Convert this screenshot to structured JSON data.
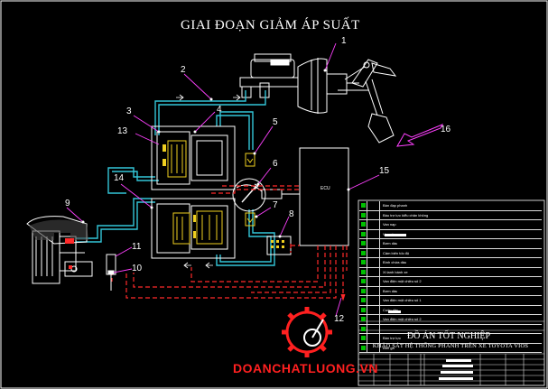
{
  "diagram": {
    "title": "GIAI ĐOẠN GIẢM ÁP SUẤT",
    "ecu_label": "ECU",
    "callouts": [
      "1",
      "2",
      "3",
      "4",
      "5",
      "6",
      "7",
      "8",
      "9",
      "10",
      "11",
      "12",
      "13",
      "14",
      "15",
      "16"
    ],
    "colors": {
      "background": "#000000",
      "pipe": "#33c6d8",
      "signal": "#ff2a2a",
      "outline": "#ffffff",
      "solenoid": "#f0d020",
      "leader": "#ff40ff",
      "legend_mark": "#00c000"
    }
  },
  "legend": {
    "rows": [
      {
        "no": "",
        "text": "Bàn đạp phanh"
      },
      {
        "no": "",
        "text": "Bầu trợ lực kiểu chân không"
      },
      {
        "no": "",
        "text": "Van nạp"
      },
      {
        "no": "",
        "text": "Van xả"
      },
      {
        "no": "",
        "text": "Bơm dầu"
      },
      {
        "no": "",
        "text": "Cảm biến tốc độ"
      },
      {
        "no": "",
        "text": "Bình chứa dầu"
      },
      {
        "no": "",
        "text": "Xi lanh bánh xe"
      },
      {
        "no": "",
        "text": "Van điện một chiều số 2"
      },
      {
        "no": "",
        "text": "Bơm dầu"
      },
      {
        "no": "",
        "text": "Van điện một chiều số 1"
      },
      {
        "no": "",
        "text": "Cuộn dây"
      },
      {
        "no": "",
        "text": "Van điện một chiều số 2"
      },
      {
        "no": "",
        "text": ""
      },
      {
        "no": "",
        "text": "Bàn trợ lực"
      },
      {
        "no": "",
        "text": "Bàn ga"
      }
    ]
  },
  "title_block": {
    "heading": "ĐỒ ÁN TỐT NGHIỆP",
    "subtitle": "KHẢO SÁT HỆ THỐNG PHANH TRÊN XE TOYOTA VIOS",
    "brand": "DOANCHATLUONG.VN"
  }
}
